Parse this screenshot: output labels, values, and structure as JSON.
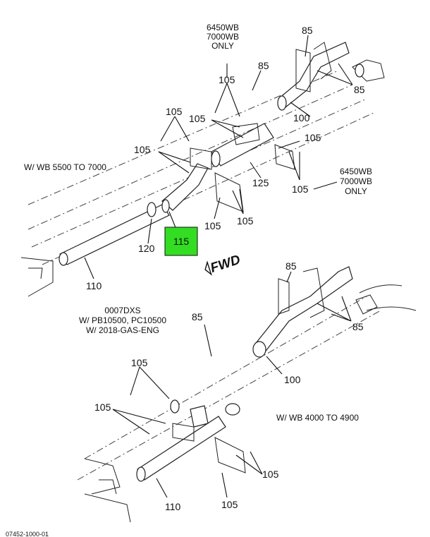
{
  "labels": {
    "top_note_line1": "6450WB",
    "top_note_line2": "7000WB",
    "top_note_line3": "ONLY",
    "wb_5500": "W/ WB 5500 TO 7000",
    "right_note_line1": "6450WB",
    "right_note_line2": "7000WB",
    "right_note_line3": "ONLY",
    "fwd": "FWD",
    "bottom_note_line1": "0007DXS",
    "bottom_note_line2": "W/ PB10500, PC10500",
    "bottom_note_line3": "W/ 2018-GAS-ENG",
    "wb_4000": "W/ WB 4000 TO 4900",
    "footer_left": "07452-1000-01"
  },
  "callouts": {
    "p85": "85",
    "p100": "100",
    "p105": "105",
    "p110": "110",
    "p115": "115",
    "p120": "120",
    "p125": "125"
  },
  "highlight": {
    "part": "115",
    "color": "#33dd22"
  }
}
